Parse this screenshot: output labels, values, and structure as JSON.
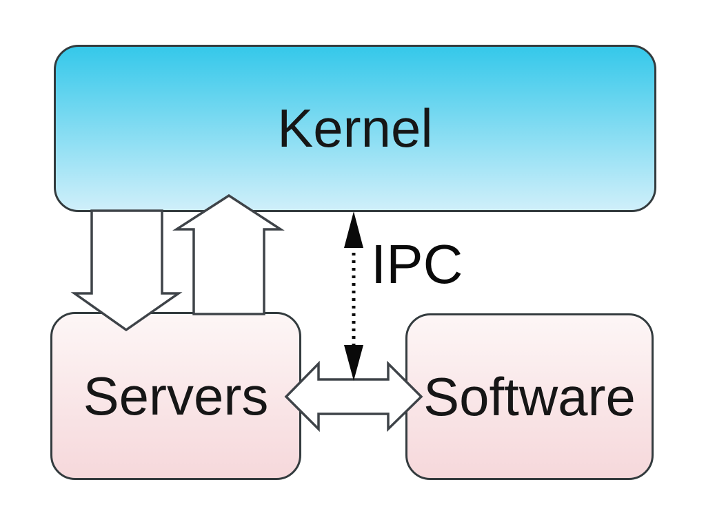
{
  "diagram": {
    "type": "microkernel-architecture-diagram",
    "nodes": [
      {
        "id": "kernel",
        "label": "Kernel"
      },
      {
        "id": "servers",
        "label": "Servers"
      },
      {
        "id": "software",
        "label": "Software"
      }
    ],
    "edges": [
      {
        "id": "kernel-to-servers",
        "from": "kernel",
        "to": "servers",
        "style": "hollow-block-arrow",
        "direction": "down"
      },
      {
        "id": "servers-to-kernel",
        "from": "servers",
        "to": "kernel",
        "style": "hollow-block-arrow",
        "direction": "up"
      },
      {
        "id": "ipc-link",
        "from": "kernel",
        "to": "servers-software",
        "style": "dotted-double-arrow",
        "direction": "vertical",
        "label": "IPC"
      },
      {
        "id": "servers-software",
        "from": "servers",
        "to": "software",
        "style": "hollow-block-double-arrow",
        "direction": "horizontal"
      }
    ]
  },
  "colors": {
    "bg": "#ffffff",
    "kernel_top": "#35c8ea",
    "kernel_bottom": "#cfeffa",
    "pink_top": "#fdf6f6",
    "pink_bottom": "#f6d8db",
    "box_border": "#333b3e",
    "arrow_fill": "#ffffff",
    "arrow_stroke": "#3e4348",
    "ipc_color": "#0a0a0a",
    "text_color": "#161616"
  }
}
